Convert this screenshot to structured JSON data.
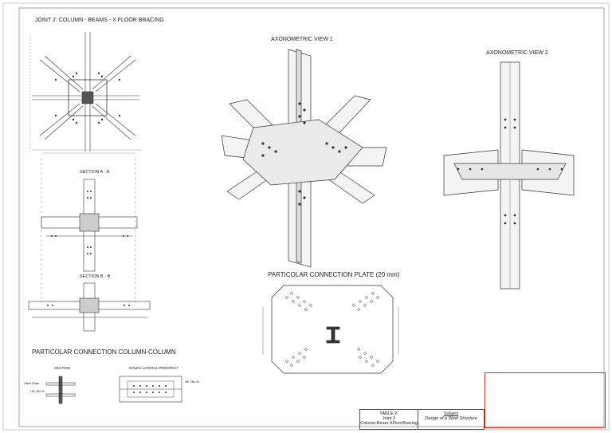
{
  "sheet": {
    "joint_title": "JOINT 2: COLUMN - BEAMS - X FLOOR BRACING",
    "axo1_title": "AXONOMETRIC VIEW 1",
    "axo2_title": "AXONOMETRIC VIEW 2",
    "section_a": "SECTION A - A",
    "section_b": "SECTION B - B",
    "plate_title": "PARTICOLAR CONNECTION PLATE (20 mm)",
    "col_col_title": "PARTICOLAR CONNECTION COLUMN-COLUMN",
    "cc_section": "SECTION",
    "cc_holes": "HOLES LATERAL PROSPECT",
    "cc_steel_plate": "Steel Plate",
    "cc_he": "HE 260 M",
    "cc_he2": "HE 260 M"
  },
  "title_block": {
    "table": "TABLE 2:",
    "joint": "Joint 2",
    "name": "Column-Beam-XFloorBracing",
    "subject_label": "Subject",
    "subject_value": "Design of a Steel Structure"
  },
  "colors": {
    "line": "#333333",
    "accent_red": "#c0392b"
  }
}
